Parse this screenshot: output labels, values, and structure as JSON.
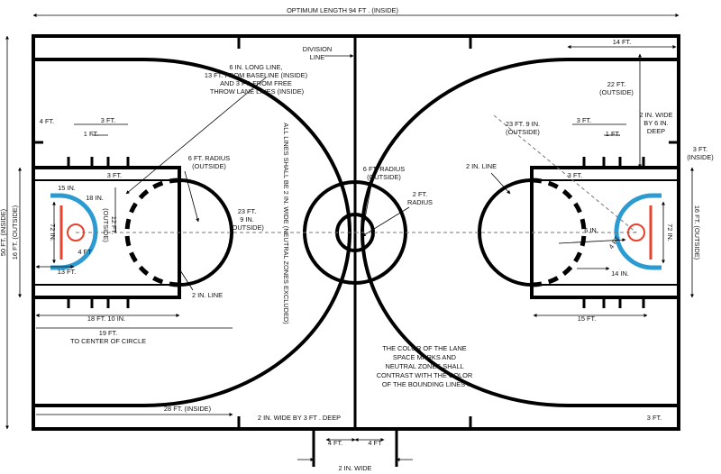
{
  "colors": {
    "lines": "#000000",
    "restricted_arc": "#2b9bd1",
    "backboard": "#e8412c",
    "dimension_lines": "#000000",
    "background": "#ffffff"
  },
  "labels": {
    "optimum_length": "OPTIMUM LENGTH 94 FT . (INSIDE)",
    "division_line": [
      "DIVISION",
      "LINE"
    ],
    "width_50": "50 FT. (INSIDE)",
    "hash_line_note": [
      "6 IN. LONG LINE,",
      "13 FT. FROM BASELINE (INSIDE)",
      "AND 3 FT. FROM FREE",
      "THROW LANE LINES (INSIDE)"
    ],
    "all_lines_note": "ALL LINES SHALL BE 2 IN.   WIDE (NEUTRAL ZONES EXCLUDED)",
    "left_4ft": "4 FT.",
    "left_3ft_top": "3 FT.",
    "left_1ft": "1 FT.",
    "left_6ft_radius": [
      "6 FT. RADIUS",
      "(OUTSIDE)"
    ],
    "left_3ft_lane": "3 FT.",
    "left_15in": "15 IN.",
    "left_18in": "18 IN.",
    "left_72in": "72 IN.",
    "left_4ft_radius": "4 FT",
    "left_12ft": [
      "12 FT.",
      "(OUTSIDE)"
    ],
    "left_13ft": "13 FT.",
    "left_23ft9": [
      "23 FT.",
      "9 IN.",
      "(OUTSIDE)"
    ],
    "left_2in_line": "2 IN. LINE",
    "left_16ft": "16 FT. (OUTSIDE)",
    "left_18ft10": "18 FT. 10 IN.",
    "left_19ft": [
      "19 FT.",
      "TO CENTER OF CIRCLE"
    ],
    "left_28ft": "28 FT. (INSIDE)",
    "neutral_zone_note": "2 IN.  WIDE BY 3 FT . DEEP",
    "center_6ft": [
      "6 FT. RADIUS",
      "(OUTSIDE)"
    ],
    "center_2ft": [
      "2 FT.",
      "RADIUS"
    ],
    "bench_4ft_left": "4 FT.",
    "bench_4ft_right": "4 FT",
    "bench_2in": "2 IN. WIDE",
    "lane_color_note": [
      "THE COLOR OF  THE LANE",
      "SPACE MARKS AND",
      "NEUTRAL ZONES SHALL",
      "CONTRAST WITH  THE COLOR",
      "OF THE BOUNDING LINES   ."
    ],
    "right_14ft": "14 FT.",
    "right_22ft": [
      "22 FT.",
      "(OUTSIDE)"
    ],
    "right_2in_wide": [
      "2 IN.  WIDE",
      "BY 6 IN.",
      "DEEP"
    ],
    "right_23ft9": [
      "23 FT. 9  IN.",
      "(OUTSIDE)"
    ],
    "right_3ft_top": "3 FT.",
    "right_1ft": "1 FT.",
    "right_3ft_side": [
      "3 FT.",
      "(INSIDE)"
    ],
    "right_2in_line": "2 IN.  LINE",
    "right_3ft_lane": "3 FT.",
    "right_6in": "6 IN.",
    "right_4ft": "4 FT.",
    "right_72in": "72 IN.",
    "right_14in": "14 IN.",
    "right_16ft": "16 FT. (OUTSIDE)",
    "right_15ft": "15 FT.",
    "right_3ft_bottom": "3 FT."
  }
}
